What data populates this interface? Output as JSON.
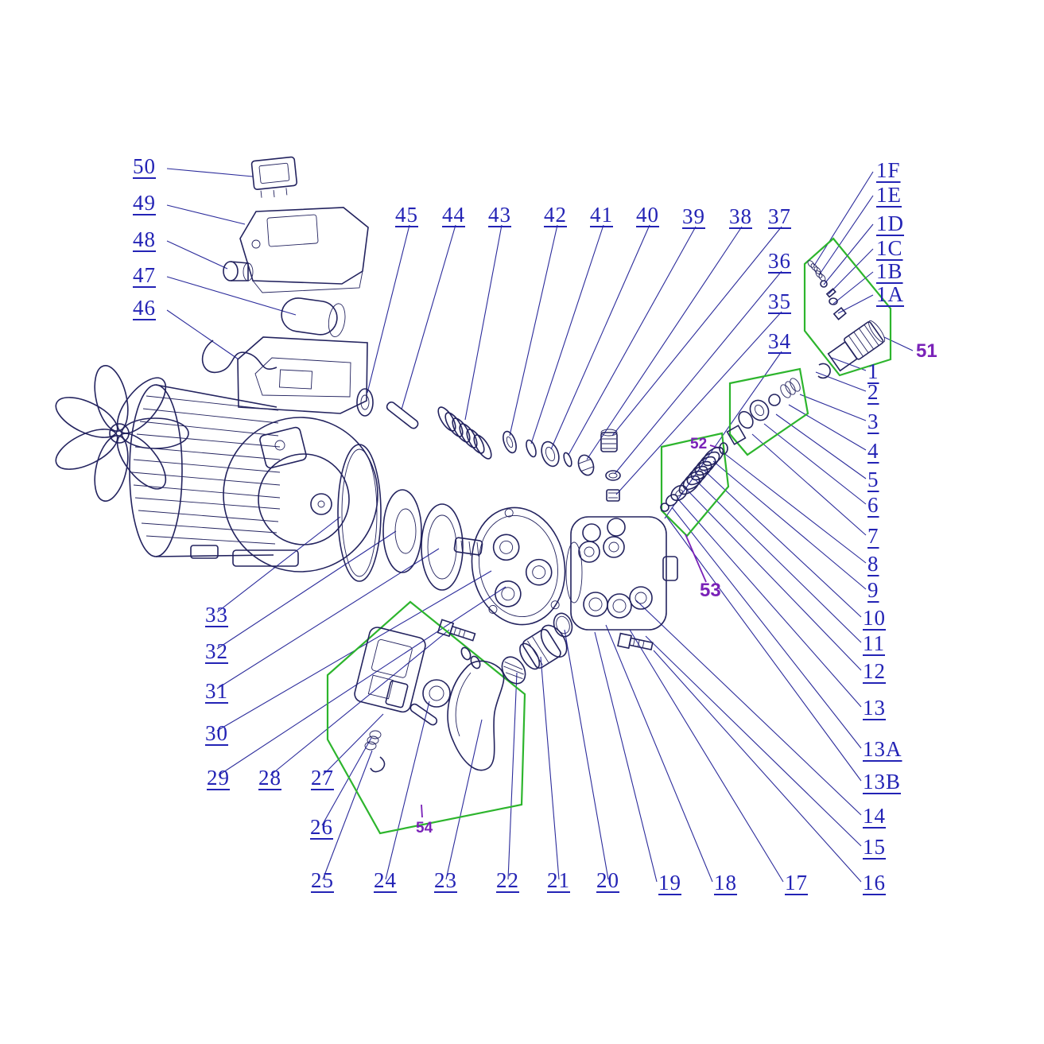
{
  "diagram": {
    "kind": "exploded-parts-diagram",
    "subject": "pressure washer motor and pump assembly",
    "colors": {
      "background": "#ffffff",
      "drawing_line": "#23235f",
      "leader_line": "#2b2b9b",
      "label_blue": "#2323b5",
      "group_label_purple": "#7a22b8",
      "group_outline_green": "#2db52d"
    }
  },
  "labels": {
    "n50": "50",
    "n49": "49",
    "n48": "48",
    "n47": "47",
    "n46": "46",
    "n45": "45",
    "n44": "44",
    "n43": "43",
    "n42": "42",
    "n41": "41",
    "n40": "40",
    "n39": "39",
    "n38": "38",
    "n37": "37",
    "n36": "36",
    "n35": "35",
    "n34": "34",
    "n1F": "1F",
    "n1E": "1E",
    "n1D": "1D",
    "n1C": "1C",
    "n1B": "1B",
    "n1A": "1A",
    "n1": "1",
    "n2": "2",
    "n3": "3",
    "n4": "4",
    "n5": "5",
    "n6": "6",
    "n7": "7",
    "n8": "8",
    "n9": "9",
    "n10": "10",
    "n11": "11",
    "n12": "12",
    "n13": "13",
    "n13A": "13A",
    "n13B": "13B",
    "n14": "14",
    "n15": "15",
    "n16": "16",
    "n17": "17",
    "n18": "18",
    "n19": "19",
    "n20": "20",
    "n21": "21",
    "n22": "22",
    "n23": "23",
    "n24": "24",
    "n25": "25",
    "n26": "26",
    "n27": "27",
    "n28": "28",
    "n29": "29",
    "n30": "30",
    "n31": "31",
    "n32": "32",
    "n33": "33",
    "g51": "51",
    "g52": "52",
    "g53": "53",
    "g54": "54"
  }
}
